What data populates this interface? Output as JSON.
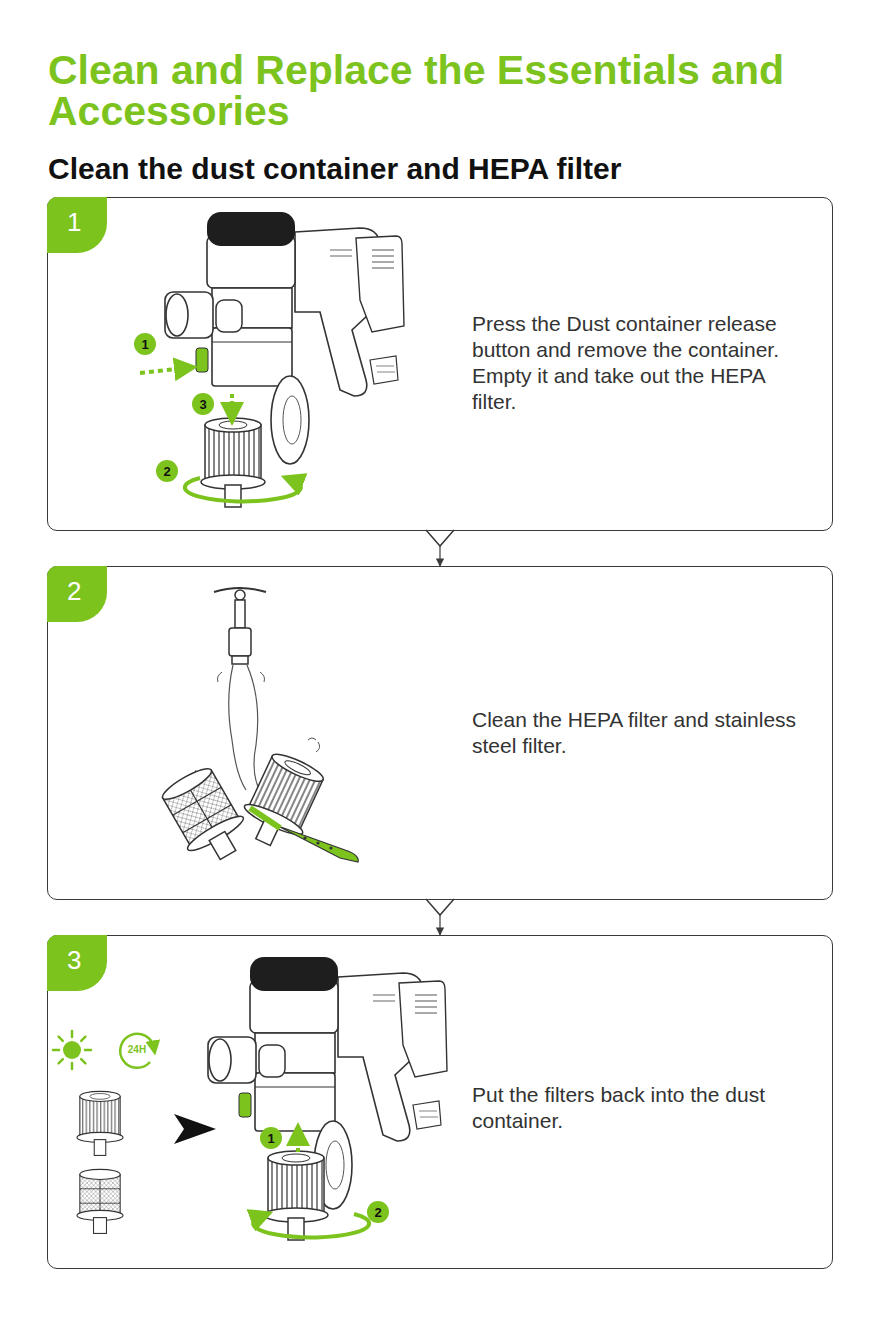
{
  "diagram": {
    "title": "Clean and Replace the Essentials and Accessories",
    "nodes": [
      {
        "text": [
          "Press the Dust container release button and remove the container. Empty it and take out the HEPA filter."
        ]
      },
      {
        "text": [
          "1"
        ],
        "in": 0
      },
      {
        "text": [
          "Clean the HEPA filter and stainless steel filter."
        ]
      },
      {
        "text": [
          "2"
        ],
        "in": 2
      },
      {
        "text": [
          "Put the filters back into the dust container."
        ]
      },
      {
        "text": [
          "3"
        ],
        "in": 4
      }
    ],
    "edges": [
      {
        "from": 0,
        "to": 2,
        "arrow": "to"
      },
      {
        "from": 2,
        "to": 4,
        "arrow": "to"
      }
    ],
    "labels": [
      "Clean the dust container and HEPA filter",
      "1",
      "3",
      "2",
      "24H",
      "1",
      "2"
    ]
  }
}
